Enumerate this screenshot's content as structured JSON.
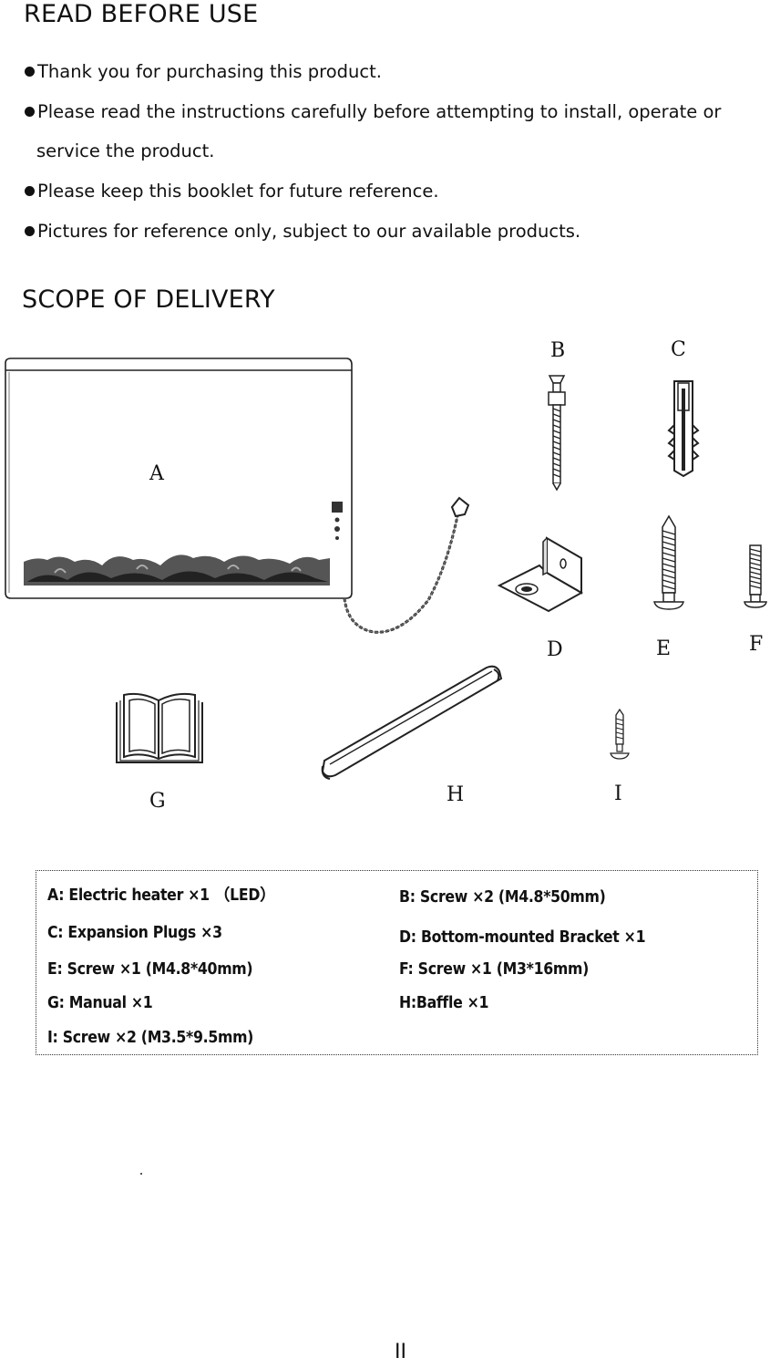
{
  "read_before_use": {
    "heading": "READ BEFORE USE",
    "bullets": [
      "Thank you for purchasing this product.",
      "Please read the instructions carefully before attempting to install, operate or",
      "Please keep this booklet for future reference.",
      "Pictures for reference only, subject to our available products."
    ],
    "bullet2_continuation": "service the product."
  },
  "scope_of_delivery": {
    "heading": "SCOPE OF DELIVERY",
    "labels": {
      "a": "A",
      "b": "B",
      "c": "C",
      "d": "D",
      "e": "E",
      "f": "F",
      "g": "G",
      "h": "H",
      "i": "I"
    },
    "icons": [
      "electric-heater",
      "screw-b",
      "expansion-plug",
      "bottom-bracket",
      "screw-e",
      "screw-f",
      "manual-book",
      "baffle",
      "screw-i",
      "power-cord"
    ]
  },
  "parts_list": {
    "a": "A: Electric heater ×1 （LED）",
    "b": "B: Screw ×2 (M4.8*50mm)",
    "c": "C: Expansion Plugs ×3",
    "d": "D: Bottom-mounted Bracket ×1",
    "e": "E: Screw ×1 (M4.8*40mm)",
    "f": "F: Screw ×1 (M3*16mm)",
    "g": "G: Manual ×1",
    "h": "H:Baffle ×1",
    "i": "I: Screw ×2 (M3.5*9.5mm)"
  },
  "page_number": "II"
}
